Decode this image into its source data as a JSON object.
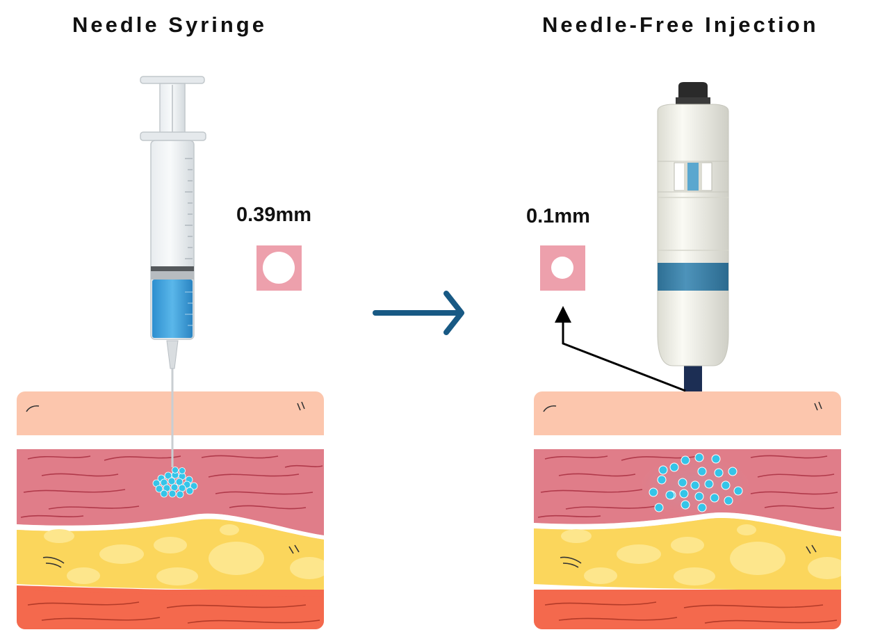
{
  "left": {
    "title": "Needle Syringe",
    "size_label": "0.39mm"
  },
  "right": {
    "title": "Needle-Free Injection",
    "size_label": "0.1mm"
  },
  "colors": {
    "epidermis": "#fcc6ad",
    "dermis": "#e07d89",
    "fat": "#fbd65c",
    "fat_blob": "#fde68c",
    "muscle": "#f4694d",
    "droplet": "#35c4e8",
    "arrow": "#185984",
    "hole_bg": "#eda0ac",
    "liquid": "#4aa6dd",
    "band": "#3f84aa"
  },
  "icons": {
    "main_arrow": "right-arrow-icon",
    "pointer_arrow": "up-arrow-icon"
  }
}
